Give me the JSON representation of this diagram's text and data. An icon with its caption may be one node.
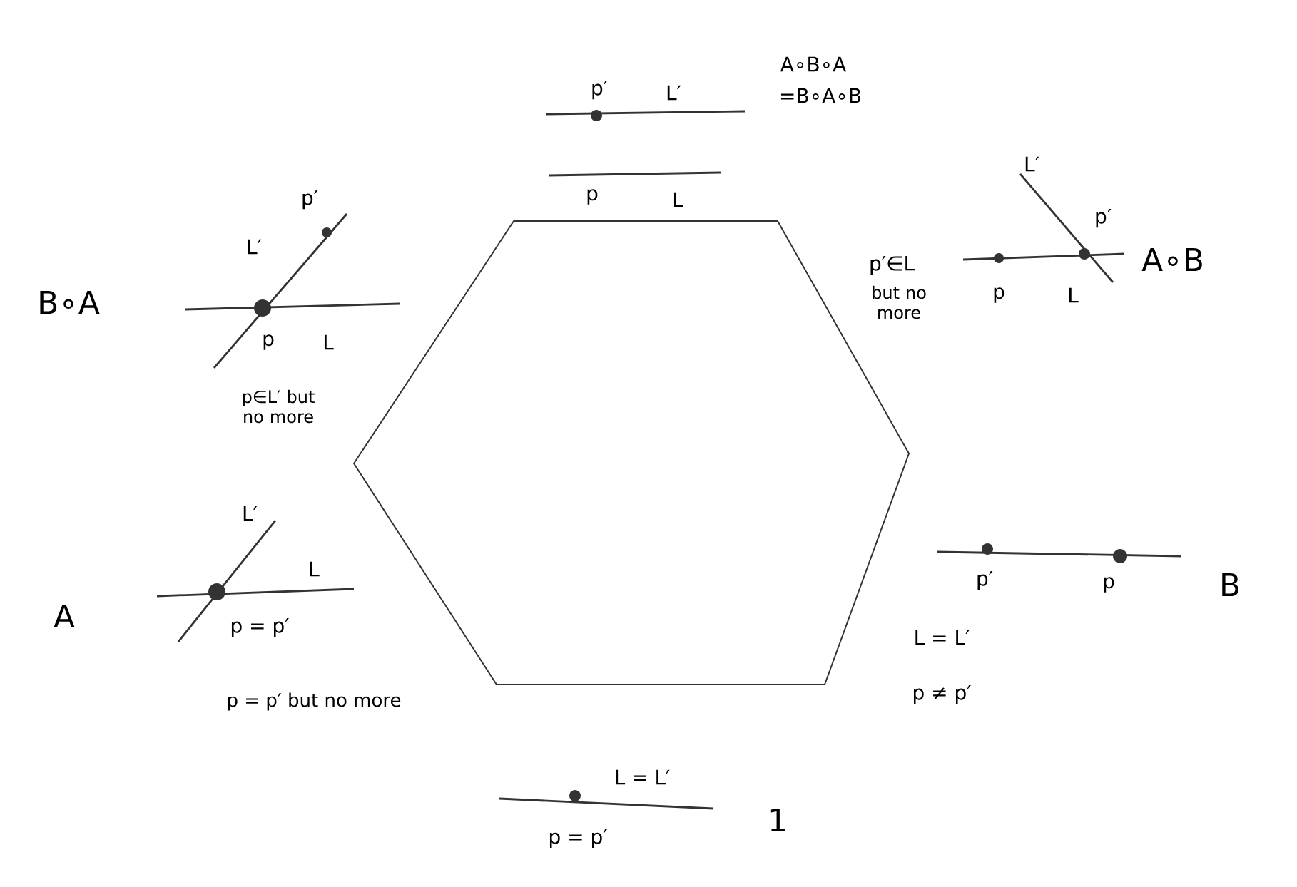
{
  "diagram": {
    "labels": [
      "A∘B∘A",
      "p′",
      "L′",
      "=B∘A∘B",
      "L′",
      "p′",
      "p",
      "L",
      "p′",
      "L′",
      "A∘B",
      "B∘A",
      "p′∈L",
      "p",
      "L",
      "but no more",
      "p",
      "L",
      "p∈L′ but no more",
      "L′",
      "L",
      "p′",
      "p",
      "B",
      "A",
      "p = p′",
      "L = L′",
      "p = p′ but no more",
      "p ≠ p′",
      "L = L′",
      "1",
      "p = p′"
    ]
  }
}
